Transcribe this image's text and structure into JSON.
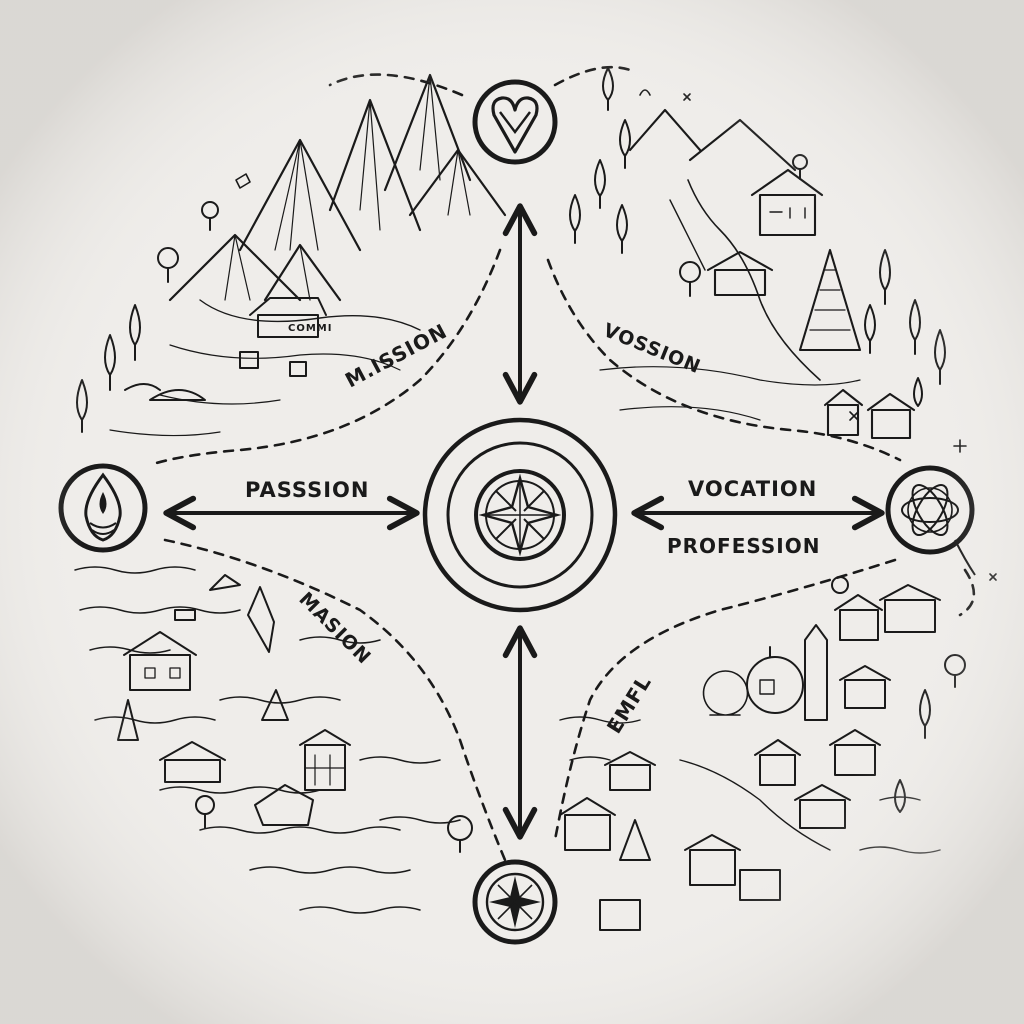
{
  "diagram": {
    "center": {
      "icon": "compass-rose-icon"
    },
    "nodes": {
      "top": {
        "icon": "heart-icon"
      },
      "left": {
        "icon": "flame-drop-icon"
      },
      "right": {
        "icon": "atom-orbit-icon"
      },
      "bottom": {
        "icon": "compass-rose-icon"
      }
    },
    "labels": {
      "passion": "PASSSION",
      "vocation": "VOCATION",
      "profession": "PROFESSION",
      "mission_top": "M.ISSION",
      "vossion": "VOSSION",
      "masion": "MASION",
      "emfl": "EMFL",
      "building_sign": "COMMI"
    },
    "palette": {
      "ink": "#1a1a1a",
      "paper": "#efedea",
      "shade": "#8a8782"
    }
  }
}
